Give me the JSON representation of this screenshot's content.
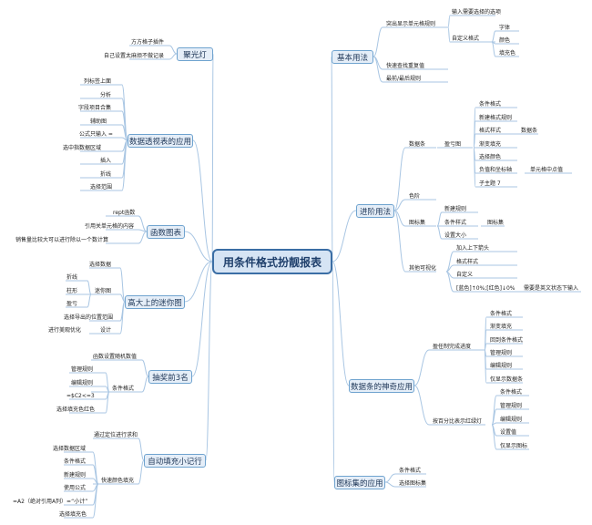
{
  "colors": {
    "branch_line": "#a9c6e3",
    "node_fill": "#e5eef8",
    "node_border": "#6fa3cf",
    "center_fill": "#d6e4f4",
    "center_border": "#3b6ea5"
  },
  "center": "用条件格式扮靓报表",
  "spotlight": {
    "title": "聚光灯",
    "items": [
      "方方格子插件",
      "自己设置太麻烦不做记录"
    ]
  },
  "pivot": {
    "title": "数据透视表的应用",
    "items": [
      "列标签上面",
      "分析",
      "字段项目合集",
      "辅助图",
      "公式只输入 =",
      "选中指数据区域",
      "插入",
      "折线",
      "选择范围"
    ]
  },
  "funcchart": {
    "title": "函数图表",
    "items": [
      "rept函数",
      "引用关单元格的内容",
      "销售量比较大可以进行除以一个数计算"
    ]
  },
  "sparkline": {
    "title": "高大上的迷你图",
    "l1": [
      "选择数据",
      "选择导出的位置范围",
      "进行美观优化"
    ],
    "mini": "迷你图",
    "minichildren": [
      "折线",
      "柱形",
      "盈亏"
    ],
    "design": "设计"
  },
  "lottery": {
    "title": "抽奖前3名",
    "l1": [
      "函数设置随机数值"
    ],
    "cond": "条件格式",
    "condchildren": [
      "管理规则",
      "编辑规则",
      "=$C2<=3",
      "选择填充色红色"
    ]
  },
  "autofill": {
    "title": "自动填充小记行",
    "l1": [
      "通过定位进行求和"
    ],
    "quick": "快速颜色填充",
    "quickchildren": [
      "选择数据区域",
      "条件格式",
      "新建规则",
      "使用公式",
      "=A2（绝对引用A列）=“小计”",
      "选择填充色"
    ]
  },
  "basic": {
    "title": "基本用法",
    "highlight": "突出显示单元格规则",
    "input": "输入需要选择的选项",
    "custom": "自定义格式",
    "customchildren": [
      "字体",
      "颜色",
      "填充色"
    ],
    "others": [
      "快速查找重复值",
      "最前/最后规则"
    ]
  },
  "advanced": {
    "title": "进阶用法",
    "databar": "数据条",
    "shape": "盈亏图",
    "shapechildren": [
      "条件格式",
      "新建格式规则",
      "格式样式",
      "渐变填充",
      "选择颜色",
      "负值和坐标轴",
      "子主题 7"
    ],
    "dbar": "数据条",
    "cellmid": "单元格中点值",
    "colorscale": "色阶",
    "iconset": "图标集",
    "iconchildren": [
      "新建规则",
      "条件样式",
      "设置大小"
    ],
    "iconrule": "图标集",
    "other": "其他可视化",
    "otherchildren": [
      "加入上下箭头",
      "格式样式",
      "自定义",
      "[蓝色]↑0%;[红色]↓0%"
    ],
    "english": "需要是英文状态下输入"
  },
  "magic": {
    "title": "数据条的神奇应用",
    "progress": "盈任制完成进度",
    "progresschildren": [
      "条件格式",
      "渐变填充",
      "回到条件格式",
      "管理规则",
      "编辑规则",
      "仅显示数据条"
    ],
    "percent": "按百分比表示红绿灯",
    "percentchildren": [
      "条件格式",
      "管理规则",
      "编辑规则",
      "设置值",
      "仅显示图标"
    ]
  },
  "iconapp": {
    "title": "图标集的应用",
    "items": [
      "条件格式",
      "选择图标集"
    ]
  }
}
